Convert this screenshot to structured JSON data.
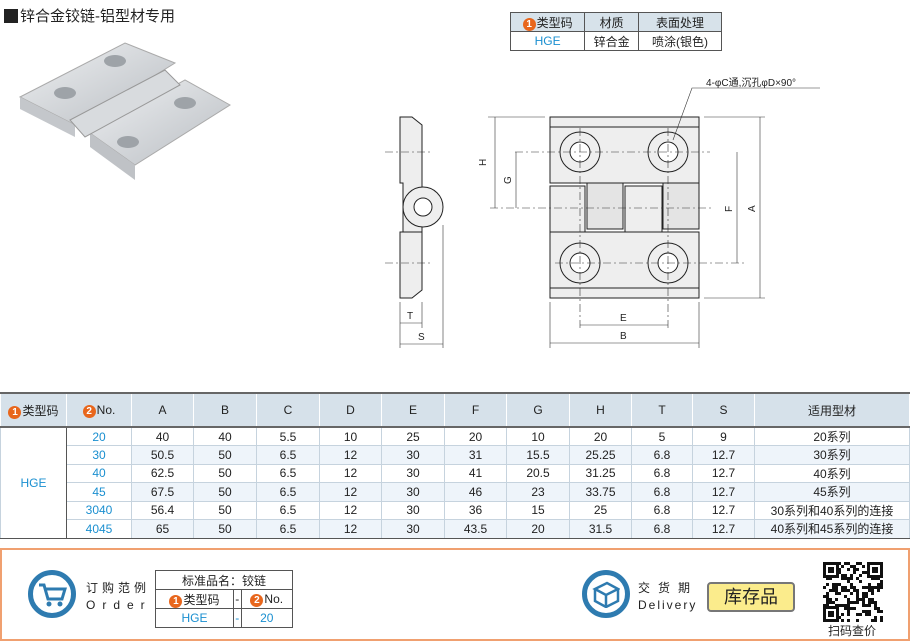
{
  "title": "锌合金铰链-铝型材专用",
  "spec_table": {
    "headers": [
      "类型码",
      "材质",
      "表面处理"
    ],
    "badge": "1",
    "row": [
      "HGE",
      "锌合金",
      "喷涂(银色)"
    ]
  },
  "drawing": {
    "note": "4-φC通,沉孔φD×90°",
    "dims": [
      "H",
      "G",
      "F",
      "A",
      "E",
      "B",
      "T",
      "S"
    ]
  },
  "main_table": {
    "headers": [
      "类型码",
      "No.",
      "A",
      "B",
      "C",
      "D",
      "E",
      "F",
      "G",
      "H",
      "T",
      "S",
      "适用型材"
    ],
    "badges": [
      "1",
      "2"
    ],
    "type": "HGE",
    "rows": [
      [
        "20",
        "40",
        "40",
        "5.5",
        "10",
        "25",
        "20",
        "10",
        "20",
        "5",
        "9",
        "20系列"
      ],
      [
        "30",
        "50.5",
        "50",
        "6.5",
        "12",
        "30",
        "31",
        "15.5",
        "25.25",
        "6.8",
        "12.7",
        "30系列"
      ],
      [
        "40",
        "62.5",
        "50",
        "6.5",
        "12",
        "30",
        "41",
        "20.5",
        "31.25",
        "6.8",
        "12.7",
        "40系列"
      ],
      [
        "45",
        "67.5",
        "50",
        "6.5",
        "12",
        "30",
        "46",
        "23",
        "33.75",
        "6.8",
        "12.7",
        "45系列"
      ],
      [
        "3040",
        "56.4",
        "50",
        "6.5",
        "12",
        "30",
        "36",
        "15",
        "25",
        "6.8",
        "12.7",
        "30系列和40系列的连接"
      ],
      [
        "4045",
        "65",
        "50",
        "6.5",
        "12",
        "30",
        "43.5",
        "20",
        "31.5",
        "6.8",
        "12.7",
        "40系列和45系列的连接"
      ]
    ]
  },
  "footer": {
    "order_cn": "订购范例",
    "order_en": "Order",
    "std_name": "标准品名：铰链",
    "order_headers": [
      "类型码",
      "-",
      "No."
    ],
    "order_values": [
      "HGE",
      "-",
      "20"
    ],
    "delivery_cn": "交货期",
    "delivery_en": "Delivery",
    "stock": "库存品",
    "qr_label": "扫码查价"
  },
  "colors": {
    "accent": "#e8661c",
    "blue": "#1a8fd0",
    "header_bg": "#d6e1ea",
    "icon": "#2e7bb0"
  }
}
